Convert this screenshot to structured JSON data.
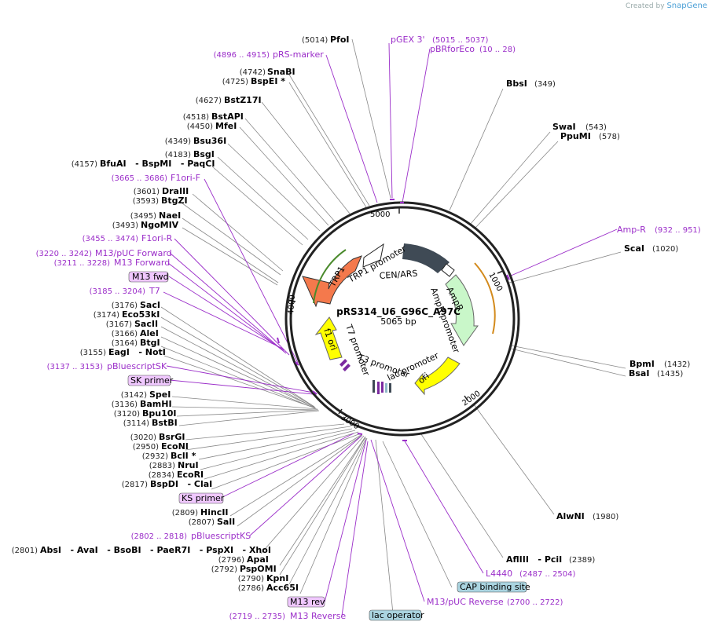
{
  "credit": {
    "prefix": "Created by",
    "brand": "SnapGene"
  },
  "plasmid": {
    "name": "pRS314_U6_G96C_A97C",
    "length": "5065 bp"
  },
  "ticks": [
    "1000",
    "2000",
    "3000",
    "4000",
    "5000"
  ],
  "features": {
    "trp1": "TRP1",
    "trp1_promoter": "TRP1 promoter",
    "cen_ars": "CEN/ARS",
    "ampr": "AmpR",
    "ampr_promoter": "AmpR promoter",
    "f1_ori": "f1 ori",
    "t7_promoter": "T7 promoter",
    "t3_promoter": "T3 promoter",
    "lac_promoter": "lac promoter",
    "ori": "ori"
  },
  "sites_left": [
    {
      "pos": "(4742)",
      "name": "SnaBI"
    },
    {
      "pos": "(4725)",
      "name": "BspEI *"
    },
    {
      "pos": "(4627)",
      "name": "BstZ17I"
    },
    {
      "pos": "(4518)",
      "name": "BstAPI"
    },
    {
      "pos": "(4450)",
      "name": "MfeI"
    },
    {
      "pos": "(4349)",
      "name": "Bsu36I"
    },
    {
      "pos": "(4183)",
      "name": "BsgI"
    },
    {
      "pos": "(4157)",
      "name": "BfuAI   - BspMI   - PaqCI"
    },
    {
      "pos": "(3601)",
      "name": "DraIII"
    },
    {
      "pos": "(3593)",
      "name": "BtgZI"
    },
    {
      "pos": "(3495)",
      "name": "NaeI"
    },
    {
      "pos": "(3493)",
      "name": "NgoMIV"
    },
    {
      "pos": "(3176)",
      "name": "SacI"
    },
    {
      "pos": "(3174)",
      "name": "Eco53kI"
    },
    {
      "pos": "(3167)",
      "name": "SacII"
    },
    {
      "pos": "(3166)",
      "name": "AleI"
    },
    {
      "pos": "(3164)",
      "name": "BtgI"
    },
    {
      "pos": "(3155)",
      "name": "EagI   - NotI"
    },
    {
      "pos": "(3142)",
      "name": "SpeI"
    },
    {
      "pos": "(3136)",
      "name": "BamHI"
    },
    {
      "pos": "(3120)",
      "name": "Bpu10I"
    },
    {
      "pos": "(3114)",
      "name": "BstBI"
    },
    {
      "pos": "(3020)",
      "name": "BsrGI"
    },
    {
      "pos": "(2950)",
      "name": "EcoNI"
    },
    {
      "pos": "(2932)",
      "name": "BclI *"
    },
    {
      "pos": "(2883)",
      "name": "NruI"
    },
    {
      "pos": "(2834)",
      "name": "EcoRI"
    },
    {
      "pos": "(2817)",
      "name": "BspDI   - ClaI"
    },
    {
      "pos": "(2809)",
      "name": "HincII"
    },
    {
      "pos": "(2807)",
      "name": "SalI"
    },
    {
      "pos": "(2801)",
      "name": "AbsI   - AvaI   - BsoBI   - PaeR7I   - PspXI   - XhoI"
    },
    {
      "pos": "(2796)",
      "name": "ApaI"
    },
    {
      "pos": "(2792)",
      "name": "PspOMI"
    },
    {
      "pos": "(2790)",
      "name": "KpnI"
    },
    {
      "pos": "(2786)",
      "name": "Acc65I"
    }
  ],
  "sites_right": [
    {
      "pos": "(5014)",
      "name": "PfoI"
    },
    {
      "pos": "(349)",
      "name": "BbsI"
    },
    {
      "pos": "(543)",
      "name": "SwaI"
    },
    {
      "pos": "(578)",
      "name": "PpuMI"
    },
    {
      "pos": "(1020)",
      "name": "ScaI"
    },
    {
      "pos": "(1432)",
      "name": "BpmI"
    },
    {
      "pos": "(1435)",
      "name": "BsaI"
    },
    {
      "pos": "(1980)",
      "name": "AlwNI"
    },
    {
      "pos": "(2389)",
      "name": "AflIII   - PciI"
    }
  ],
  "primers": [
    {
      "name": "pGEX 3'",
      "range": "(5015 .. 5037)"
    },
    {
      "name": "pBRforEco",
      "range": "(10 .. 28)"
    },
    {
      "name": "pRS-marker",
      "range": "(4896 .. 4915)"
    },
    {
      "name": "F1ori-F",
      "range": "(3665 .. 3686)"
    },
    {
      "name": "F1ori-R",
      "range": "(3455 .. 3474)"
    },
    {
      "name": "M13/pUC Forward",
      "range": "(3220 .. 3242)"
    },
    {
      "name": "M13 Forward",
      "range": "(3211 .. 3228)"
    },
    {
      "name": "T7",
      "range": "(3185 .. 3204)"
    },
    {
      "name": "pBluescriptSK",
      "range": "(3137 .. 3153)"
    },
    {
      "name": "pBluescriptKS",
      "range": "(2802 .. 2818)"
    },
    {
      "name": "M13 Reverse",
      "range": "(2719 .. 2735)"
    },
    {
      "name": "M13/pUC Reverse",
      "range": "(2700 .. 2722)"
    },
    {
      "name": "L4440",
      "range": "(2487 .. 2504)"
    },
    {
      "name": "Amp-R",
      "range": "(932 .. 951)"
    }
  ],
  "boxes": {
    "m13_fwd": "M13 fwd",
    "sk_primer": "SK primer",
    "ks_primer": "KS primer",
    "m13_rev": "M13 rev",
    "cap_site": "CAP binding site",
    "lac_operator": "lac operator"
  },
  "colors": {
    "trp1": "#f4794c",
    "ampr": "#c9f7c9",
    "f1ori": "#ffff00",
    "ori": "#ffff00",
    "cen": "#3f4a55",
    "primer": "#9b2ec9",
    "promoter": "#ffffff"
  }
}
